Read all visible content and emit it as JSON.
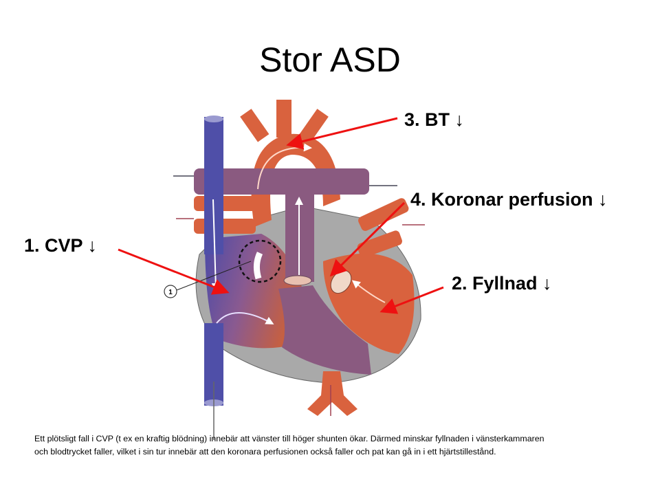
{
  "slide": {
    "title": "Stor ASD",
    "labels": [
      {
        "id": "cvp",
        "text": "1. CVP ↓"
      },
      {
        "id": "fyllnad",
        "text": "2. Fyllnad ↓"
      },
      {
        "id": "bt",
        "text": "3. BT ↓"
      },
      {
        "id": "koronar",
        "text": "4. Koronar perfusion ↓"
      }
    ],
    "diagram_marker": "1",
    "caption_lines": [
      "Ett plötsligt fall i CVP (t ex en kraftig blödning) innebär att vänster till höger shunten ökar. Därmed minskar fyllnaden i vänsterkammaren",
      "och blodtrycket faller, vilket i sin tur innebär att den koronara perfusionen också faller och pat kan gå in i ett hjärtstillestånd."
    ]
  },
  "colors": {
    "arrow": "#ee1111",
    "venous": "#5050a8",
    "arterial": "#d9623e",
    "mixed": "#8a5a80",
    "wall": "#a8a8a8"
  }
}
